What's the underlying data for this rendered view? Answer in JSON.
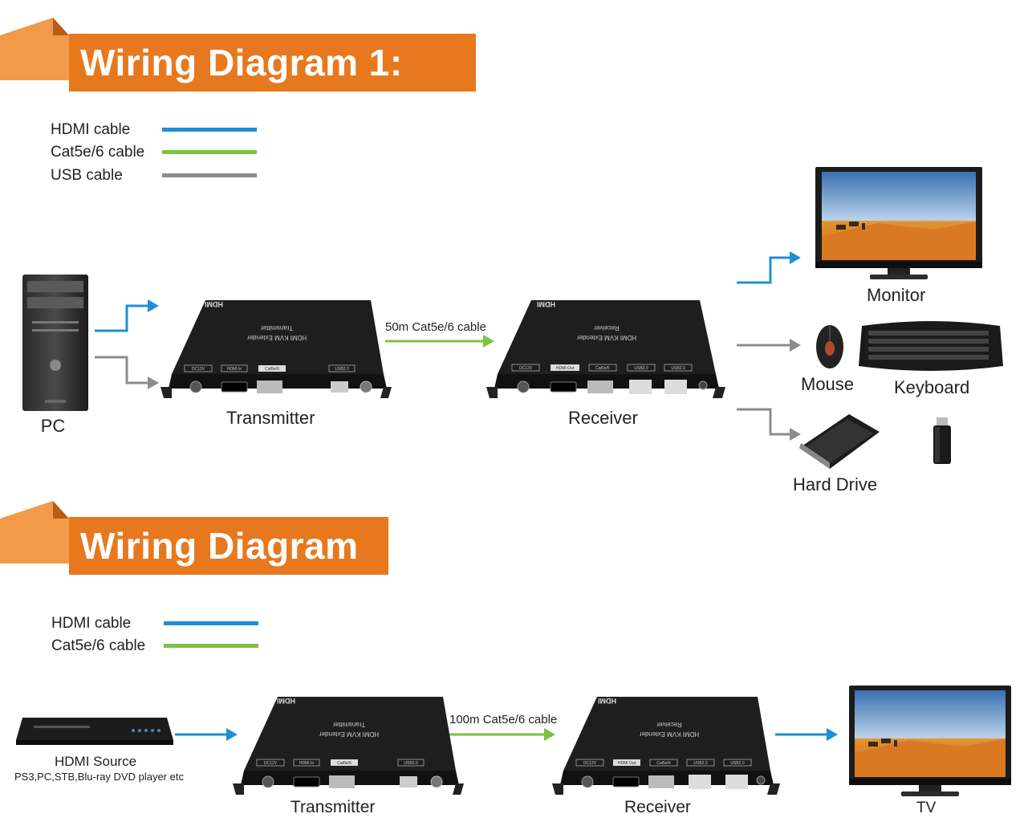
{
  "colors": {
    "hdmi": "#1e8fd6",
    "cat": "#7dc242",
    "usb": "#8c8c8c",
    "banner": "#e8781e"
  },
  "diagram1": {
    "title": "Wiring Diagram 1: KVM",
    "legend": [
      {
        "label": "HDMI cable",
        "type": "hdmi"
      },
      {
        "label": "Cat5e/6 cable",
        "type": "cat"
      },
      {
        "label": "USB cable",
        "type": "usb"
      }
    ],
    "pc_label": "PC",
    "transmitter_label": "Transmitter",
    "receiver_label": "Receiver",
    "cable_label": "50m Cat5e/6 cable",
    "monitor_label": "Monitor",
    "mouse_label": "Mouse",
    "keyboard_label": "Keyboard",
    "harddrive_label": "Hard Drive"
  },
  "diagram2": {
    "title": "Wiring Diagram 2",
    "legend": [
      {
        "label": "HDMI cable",
        "type": "hdmi"
      },
      {
        "label": "Cat5e/6 cable",
        "type": "cat"
      }
    ],
    "source_label": "HDMI Source",
    "source_sub": "PS3,PC,STB,Blu-ray DVD player etc",
    "transmitter_label": "Transmitter",
    "receiver_label": "Receiver",
    "cable_label": "100m Cat5e/6 cable",
    "tv_label": "TV"
  },
  "device": {
    "brand": "HDMI",
    "tx_name": "Transmitter",
    "rx_name": "Receiver",
    "model": "HDMI KVM Extender",
    "tx_ports": [
      "DC12V",
      "HDMI In",
      "Cat5e/6",
      "USB2.0"
    ],
    "rx_ports": [
      "DC12V",
      "HDMI Out",
      "Cat5e/6",
      "USB2.0",
      "USB2.0"
    ]
  }
}
